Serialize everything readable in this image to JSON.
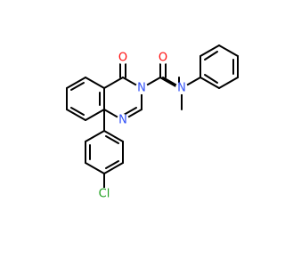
{
  "molecule": {
    "atoms": {
      "o1": {
        "text": "O",
        "color": "#ff0d0d"
      },
      "o2": {
        "text": "O",
        "color": "#ff0d0d"
      },
      "n1": {
        "text": "N",
        "color": "#3050f8"
      },
      "n2": {
        "text": "N",
        "color": "#3050f8"
      },
      "n3": {
        "text": "N",
        "color": "#3050f8"
      },
      "cl": {
        "text": "Cl",
        "color": "#1fa01f"
      }
    },
    "bond_color": "#000000",
    "background": "#ffffff"
  }
}
